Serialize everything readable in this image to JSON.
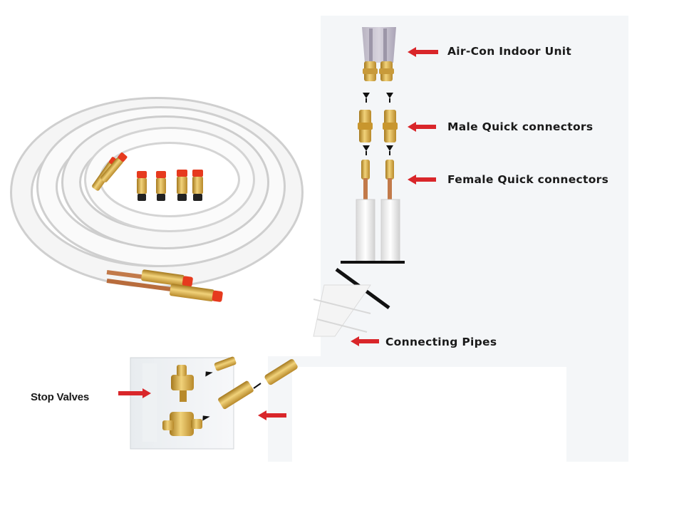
{
  "labels": {
    "indoor_unit": "Air-Con Indoor Unit",
    "male_connectors": "Male Quick connectors",
    "female_connectors": "Female Quick connectors",
    "connecting_pipes": "Connecting Pipes",
    "stop_valves": "Stop Valves"
  },
  "colors": {
    "arrow_red": "#d9262a",
    "brass": "#d4a53c",
    "cap_red": "#e63a1e",
    "pipe_white": "#f4f4f4",
    "panel_grey": "#f3f5f7"
  },
  "icons": {
    "pointer_arrow": "red-left-arrow",
    "flow_arrow": "black-up-arrow"
  }
}
